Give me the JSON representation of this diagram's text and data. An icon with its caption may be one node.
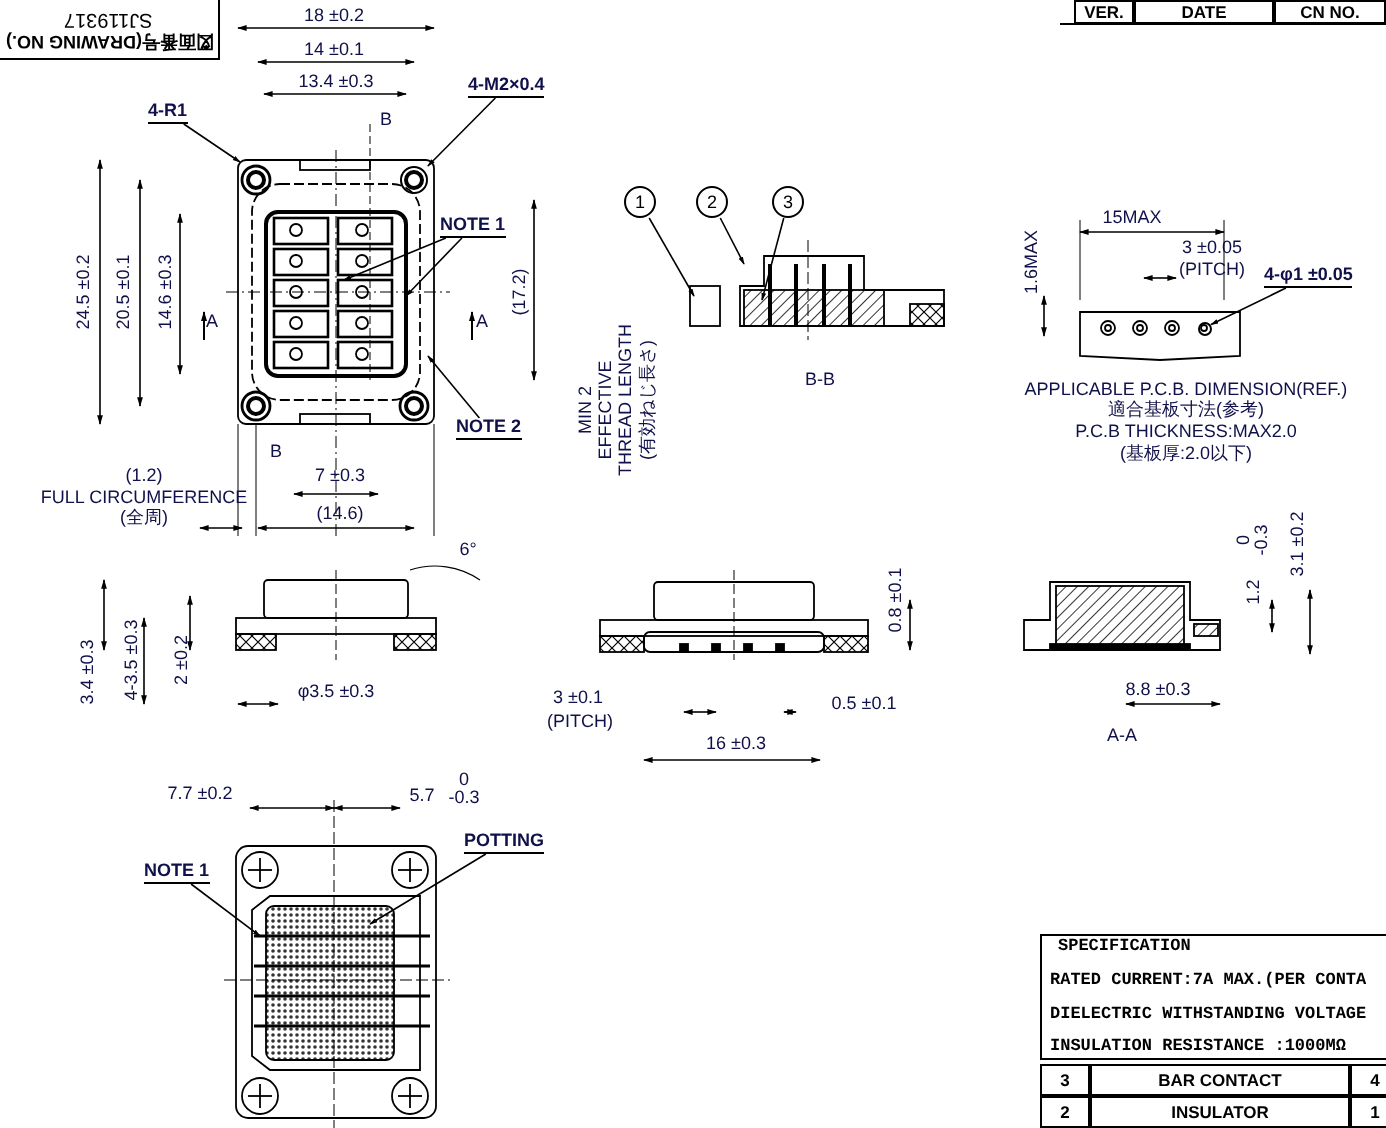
{
  "diagram": {
    "nodes": [
      {
        "text": [
          "SJ119317",
          "図面番号(DRAWING NO.)"
        ]
      },
      {
        "text": [
          "4-R1"
        ]
      },
      {
        "text": [
          "4-M2×0.4"
        ]
      },
      {
        "text": [
          "NOTE 1"
        ]
      },
      {
        "text": [
          "NOTE 2"
        ]
      },
      {
        "text": [
          "1"
        ]
      },
      {
        "text": [
          "2"
        ]
      },
      {
        "text": [
          "3"
        ]
      },
      {
        "text": [
          "4-φ1 ±0.05"
        ]
      },
      {
        "text": [
          "NOTE 1"
        ]
      },
      {
        "text": [
          "POTTING"
        ]
      },
      {
        "text": [],
        "shape": "circle"
      },
      {
        "text": [],
        "shape": "circle"
      },
      {
        "text": [
          "SPECIFICATION",
          "RATED CURRENT:7A MAX.(PER CONTA",
          "DIELECTRIC WITHSTANDING VOLTAGE",
          "INSULATION RESISTANCE :1000MΩ"
        ]
      }
    ],
    "edges": [
      {
        "from": 1,
        "to": null,
        "arrow": "to"
      },
      {
        "from": 2,
        "to": 11,
        "arrow": "to"
      },
      {
        "from": 3,
        "to": null,
        "arrow": "to"
      },
      {
        "from": 3,
        "to": null,
        "arrow": "to"
      },
      {
        "from": 4,
        "to": null,
        "arrow": "to"
      },
      {
        "from": 5,
        "to": null,
        "arrow": "to"
      },
      {
        "from": 6,
        "to": null,
        "arrow": "to"
      },
      {
        "from": 7,
        "to": null,
        "arrow": "to"
      },
      {
        "from": 8,
        "to": 12,
        "arrow": "to"
      },
      {
        "from": 9,
        "to": null,
        "arrow": "to"
      },
      {
        "from": 10,
        "to": null,
        "arrow": "to"
      }
    ],
    "labels": [
      "18 ±0.2",
      "VER.",
      "DATE",
      "CN NO.",
      "14 ±0.1",
      "13.4 ±0.3",
      "B",
      "24.5 ±0.2",
      "20.5 ±0.1",
      "14.6 ±0.3",
      "A",
      "A",
      "(17.2)",
      "B",
      "(1.2)",
      "7 ±0.3",
      "FULL CIRCUMFERENCE",
      "(全周)",
      "(14.6)",
      "MIN 2",
      "EFFECTIVE",
      "THREAD LENGTH",
      "(有効ねじ長さ)",
      "B-B",
      "15MAX",
      "1.6MAX",
      "3 ±0.05",
      "(PITCH)",
      "APPLICABLE P.C.B. DIMENSION(REF.)",
      "適合基板寸法(参考)",
      "P.C.B THICKNESS:MAX2.0",
      "(基板厚:2.0以下)",
      "6°",
      "3.4 ±0.3",
      "4-3.5 ±0.3",
      "2 ±0.2",
      "φ3.5 ±0.3",
      "0.8 ±0.1",
      "0",
      "-0.3",
      "1.2",
      "3.1 ±0.2",
      "3 ±0.1",
      "(PITCH)",
      "0.5 ±0.1",
      "16 ±0.3",
      "8.8 ±0.3",
      "A-A",
      "7.7 ±0.2",
      "5.7",
      "0",
      "-0.3",
      "3",
      "BAR CONTACT",
      "4",
      "2",
      "INSULATOR",
      "1"
    ]
  }
}
